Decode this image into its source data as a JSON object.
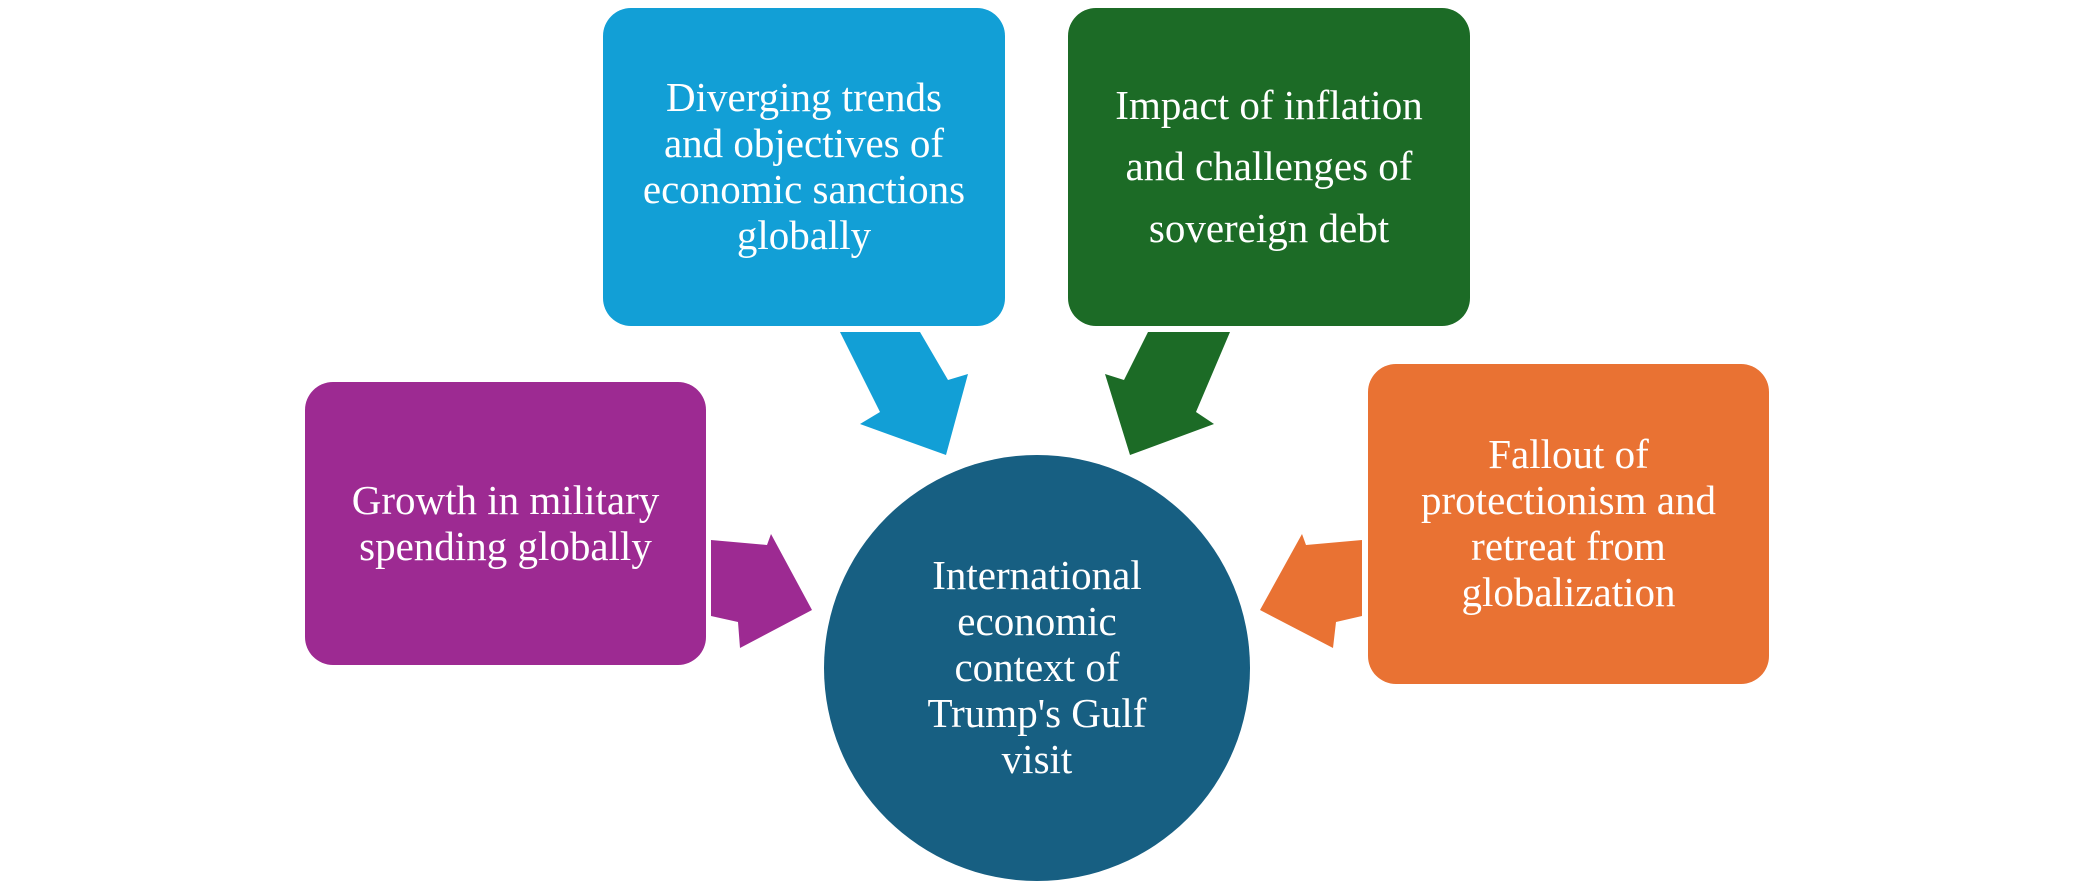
{
  "diagram": {
    "center": {
      "label": "International\neconomic\ncontext of\nTrump's Gulf\nvisit",
      "color": "#175f82"
    },
    "factors": [
      {
        "id": "sanctions",
        "label": "Diverging trends\nand objectives of\neconomic sanctions\nglobally",
        "color": "#129fd6"
      },
      {
        "id": "inflation",
        "label": "Impact of inflation\nand challenges of\nsovereign debt",
        "color": "#1c6b26"
      },
      {
        "id": "military",
        "label": "Growth in military\nspending globally",
        "color": "#9d2a92"
      },
      {
        "id": "protectionism",
        "label": "Fallout of\nprotectionism and\nretreat from\nglobalization",
        "color": "#e97233"
      }
    ]
  }
}
